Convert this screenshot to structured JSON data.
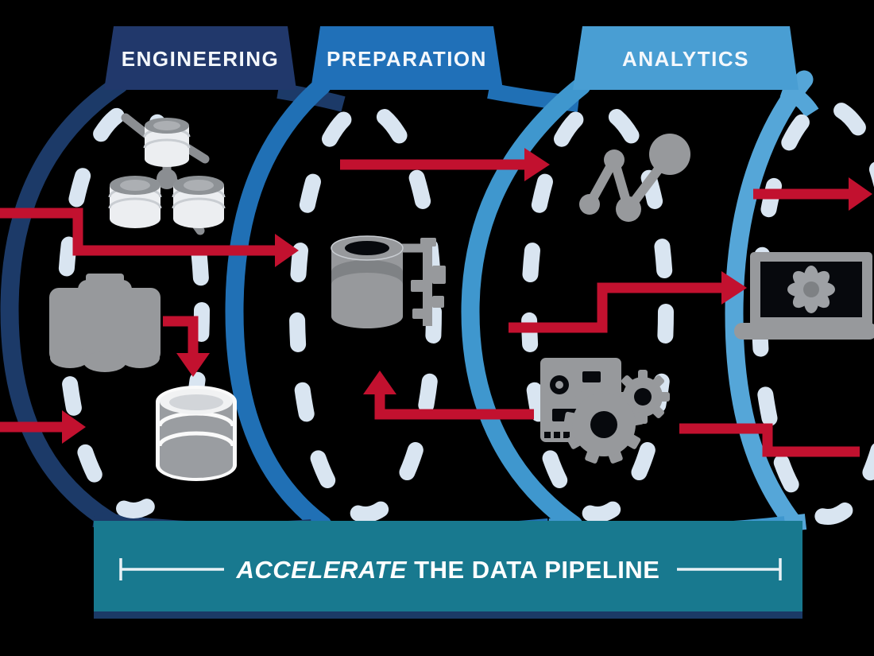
{
  "title": "Data pipeline infographic",
  "stages": [
    {
      "label": "ENGINEERING",
      "color": "#21386B",
      "pipe_color": "#1C3A68",
      "icons": [
        "database-cluster-icon",
        "storage-drums-icon",
        "database-stack-icon"
      ]
    },
    {
      "label": "PREPARATION",
      "color": "#2070B8",
      "pipe_color": "#2070B5",
      "icons": [
        "database-funnel-icon"
      ]
    },
    {
      "label": "ANALYTICS",
      "color": "#499ED3",
      "pipe_color": "#3F97CE",
      "icons": [
        "node-graph-icon",
        "gears-icon"
      ]
    },
    {
      "label": "",
      "color": "#55A6D8",
      "pipe_color": "#55A6D8",
      "icons": [
        "laptop-gear-icon"
      ]
    }
  ],
  "banner": {
    "emphasis": "ACCELERATE",
    "rest": " THE DATA PIPELINE",
    "background": "#18798F",
    "underline_color": "#1B3A66"
  },
  "colors": {
    "background": "#000000",
    "arrow_red": "#C2112F",
    "icon_gray": "#97999C",
    "icon_light": "#EDEFF2",
    "dash_light_blue": "#D9E5F1",
    "text_white": "#FFFFFF"
  },
  "arrows": [
    "into-engineering-upper",
    "into-engineering-lower",
    "storage-to-database-down",
    "preparation-to-analytics",
    "analytics-to-preparation-up",
    "analytics-to-laptop",
    "gears-to-output",
    "output-right"
  ]
}
